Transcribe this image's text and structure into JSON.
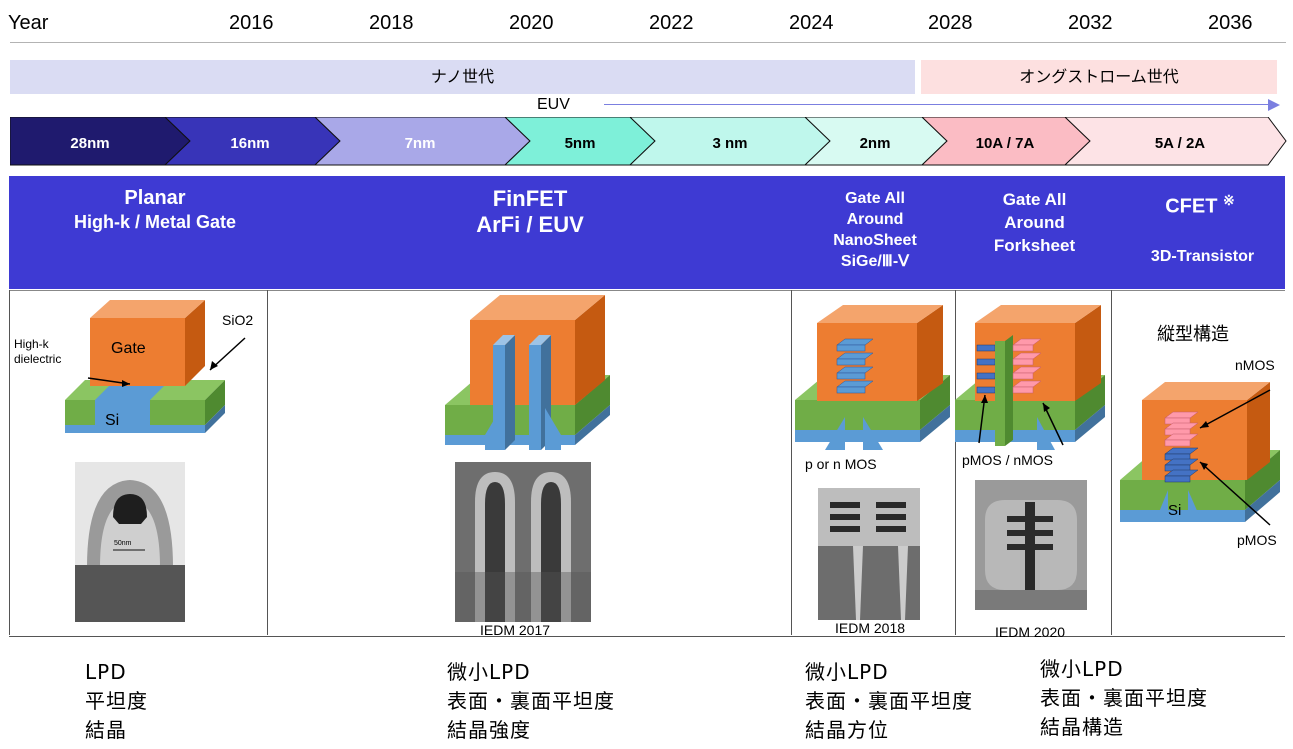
{
  "timeline": {
    "year_label": "Year",
    "years": [
      "2016",
      "2018",
      "2020",
      "2022",
      "2024",
      "2028",
      "2032",
      "2036"
    ]
  },
  "eras": {
    "nano": "ナノ世代",
    "angstrom": "オングストローム世代"
  },
  "euv_label": "EUV",
  "nodes": [
    "28nm",
    "16nm",
    "7nm",
    "5nm",
    "3 nm",
    "2nm",
    "10A / 7A",
    "5A / 2A"
  ],
  "architectures": [
    {
      "line1": "Planar",
      "line2": "High-k / Metal Gate"
    },
    {
      "line1": "FinFET",
      "line2": "ArFi / EUV"
    },
    {
      "line1": "Gate All",
      "line2": "Around",
      "line3": "NanoSheet",
      "line4": "SiGe/Ⅲ-Ⅴ"
    },
    {
      "line1": "Gate All",
      "line2": "Around",
      "line3": "Forksheet"
    },
    {
      "line1": "CFET",
      "mark": "※",
      "line2": "3D-Transistor"
    }
  ],
  "diagram_labels": {
    "planar_gate": "Gate",
    "planar_sio2": "SiO2",
    "planar_highk": "High-k\ndielectric",
    "planar_si": "Si",
    "gaa_mos": "p or n MOS",
    "fork_mos": "pMOS / nMOS",
    "cfet_vertical": "縦型構造",
    "cfet_nmos": "nMOS",
    "cfet_pmos": "pMOS",
    "cfet_si": "Si",
    "finfet_ref": "IEDM 2017",
    "gaa_ref": "IEDM 2018",
    "fork_ref": "IEDM 2020",
    "planar_scale": "50nm"
  },
  "requirements": [
    [
      "LPD",
      "平坦度",
      "結晶"
    ],
    [
      "微小LPD",
      "表面・裏面平坦度",
      "結晶強度"
    ],
    [
      "微小LPD",
      "表面・裏面平坦度",
      "結晶方位"
    ],
    [
      "微小LPD",
      "表面・裏面平坦度",
      "結晶構造"
    ]
  ],
  "colors": {
    "band": "#3e3ad3",
    "gate": "#ed7d31",
    "si_green": "#70ad47",
    "si_blue": "#5b9bd5",
    "pmos": "#4472c4",
    "nmos": "#ff99aa",
    "nano_era": "#dadcf3",
    "angstrom_era": "#fde0e0"
  }
}
